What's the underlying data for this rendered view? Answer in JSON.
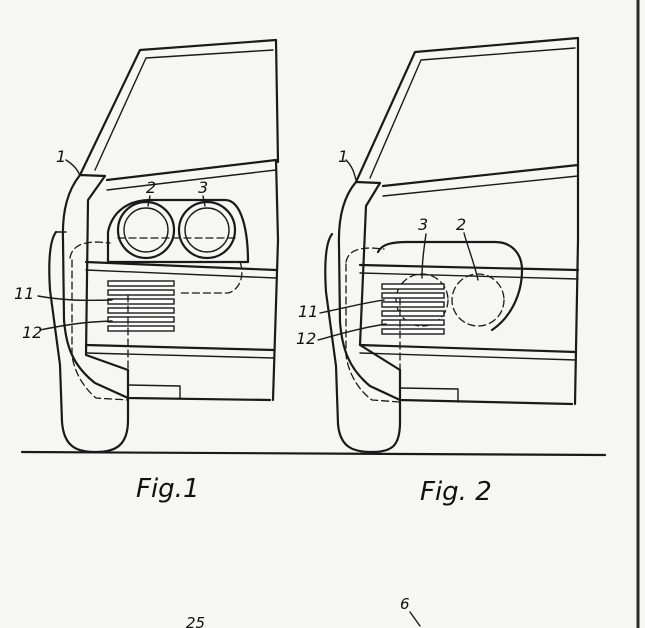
{
  "figures": [
    {
      "caption": "Fig.1",
      "labels": {
        "hood": "1",
        "headlamp_outer": "2",
        "headlamp_inner": "3",
        "bumper": "11",
        "grille": "12"
      }
    },
    {
      "caption": "Fig. 2",
      "labels": {
        "hood": "1",
        "headlamp_outer": "2",
        "headlamp_inner": "3",
        "bumper": "11",
        "grille": "12"
      }
    }
  ],
  "page_fragments": {
    "left": "25",
    "right": "6"
  },
  "colors": {
    "ink": "#1a1a1a",
    "paper": "#f6f6f3",
    "scan_edge": "#2a2a2a"
  }
}
